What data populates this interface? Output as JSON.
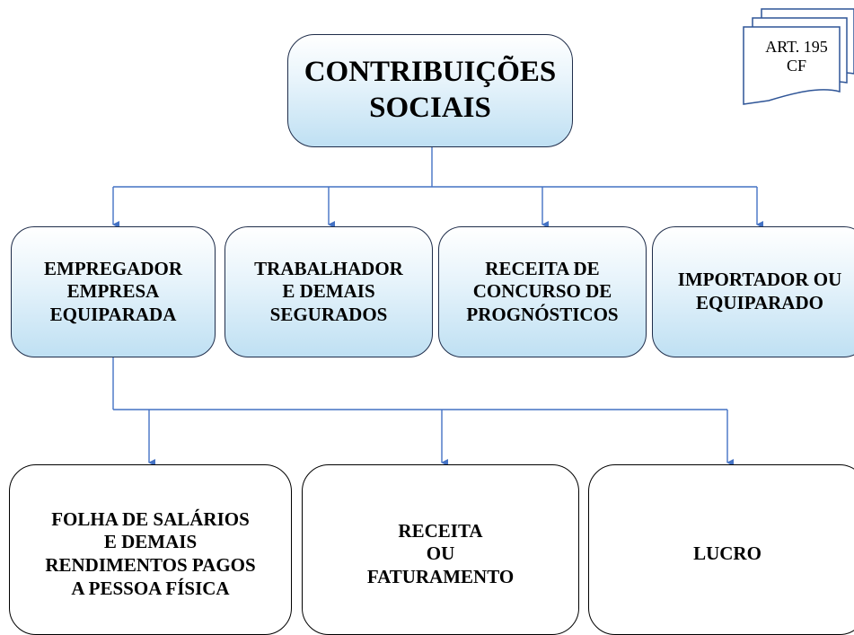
{
  "root": {
    "title": "CONTRIBUIÇÕES\nSOCIAIS"
  },
  "reference": {
    "label": "ART. 195\nCF"
  },
  "contributors": [
    {
      "label": "EMPREGADOR\nEMPRESA\nEQUIPARADA"
    },
    {
      "label": "TRABALHADOR\nE DEMAIS\nSEGURADOS"
    },
    {
      "label": "RECEITA DE\nCONCURSO DE\nPROGNÓSTICOS"
    },
    {
      "label": "IMPORTADOR OU\nEQUIPARADO"
    }
  ],
  "employer_bases": [
    {
      "label": "FOLHA DE SALÁRIOS\nE DEMAIS\nRENDIMENTOS PAGOS\nA PESSOA FÍSICA"
    },
    {
      "label": "RECEITA\nOU\nFATURAMENTO"
    },
    {
      "label": "LUCRO"
    }
  ],
  "colors": {
    "connector": "#4472c4",
    "box_border": "#1f2d4a",
    "box_fill_light": "#e8f4fb",
    "box_fill_dark": "#bfe0f3",
    "doc_border": "#2f5597"
  }
}
